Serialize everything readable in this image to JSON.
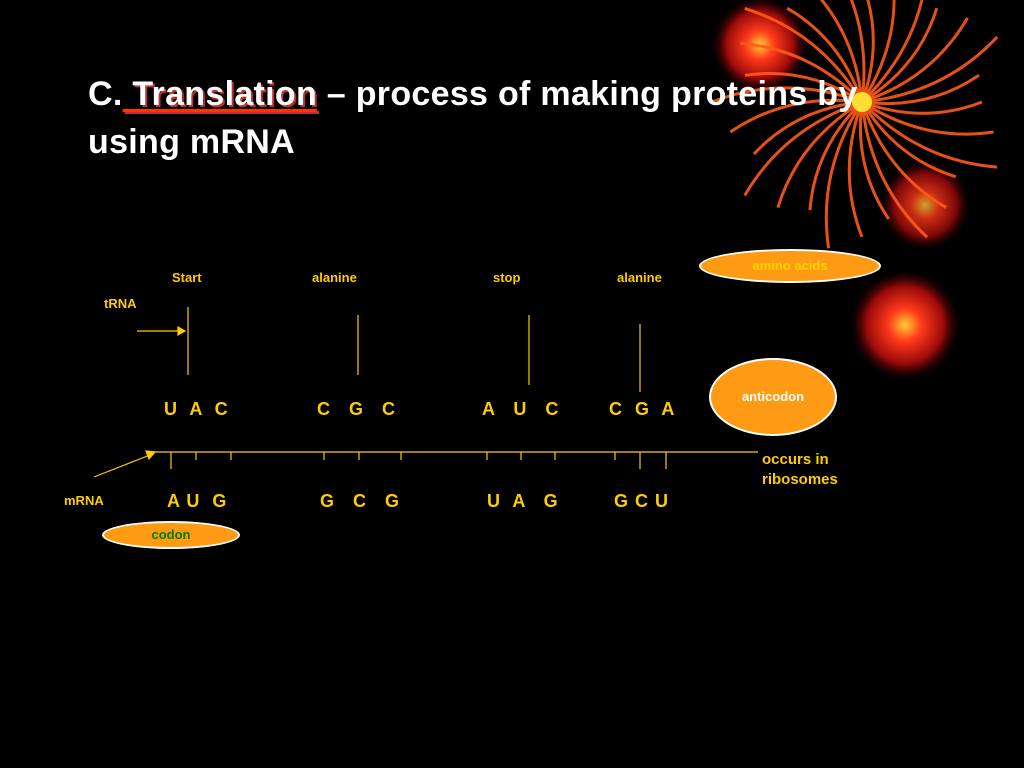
{
  "title": {
    "prefix": "C.",
    "highlight": " Translation",
    "rest": " – process of making proteins by using mRNA"
  },
  "amino_acids": {
    "labels": [
      "Start",
      "alanine",
      "stop",
      "alanine"
    ]
  },
  "trna": {
    "label": "tRNA"
  },
  "anticodons": [
    "U  A  C",
    "C   G   C",
    "A   U   C",
    "C  G  A"
  ],
  "codons": [
    "A U  G",
    "G   C   G",
    "U  A   G",
    "G C U"
  ],
  "mrna": {
    "label": "mRNA"
  },
  "callouts": {
    "amino_acids": "amino acids",
    "anticodon": "anticodon",
    "codon": "codon",
    "location": "occurs in ribosomes"
  },
  "colors": {
    "background": "#000000",
    "text": "#ffcc00",
    "oval_fill": "#ff9a14",
    "codon_text": "#008000"
  }
}
